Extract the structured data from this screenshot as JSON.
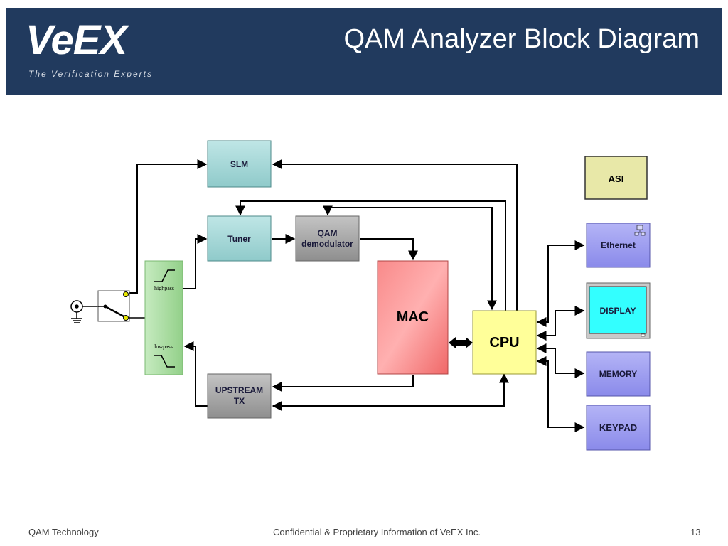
{
  "slide": {
    "title": "QAM Analyzer Block Diagram",
    "logo": {
      "wordmark": "VeEX",
      "tagline": "The Verification Experts"
    },
    "footer": {
      "left": "QAM Technology",
      "center": "Confidential & Proprietary Information of VeEX Inc.",
      "page_number": "13"
    }
  },
  "diagram": {
    "blocks": {
      "slm": "SLM",
      "tuner": "Tuner",
      "qam_demod_line1": "QAM",
      "qam_demod_line2": "demodulator",
      "mac": "MAC",
      "cpu": "CPU",
      "upstream_line1": "UPSTREAM",
      "upstream_line2": "TX",
      "asi": "ASI",
      "ethernet": "Ethernet",
      "display": "DISPLAY",
      "memory": "MEMORY",
      "keypad": "KEYPAD"
    },
    "filters": {
      "highpass": "highpass",
      "lowpass": "lowpass"
    },
    "colors": {
      "header": "#213a5e",
      "teal_block": "#a9dada",
      "gray_block": "#a9a9a9",
      "mac_block": "#f47474",
      "cpu_block": "#ffff99",
      "asi_block": "#e8e8a8",
      "peripheral_block": "#9e9ef0",
      "display_screen": "#33ffff",
      "filter_block": "#a9dca0"
    }
  }
}
